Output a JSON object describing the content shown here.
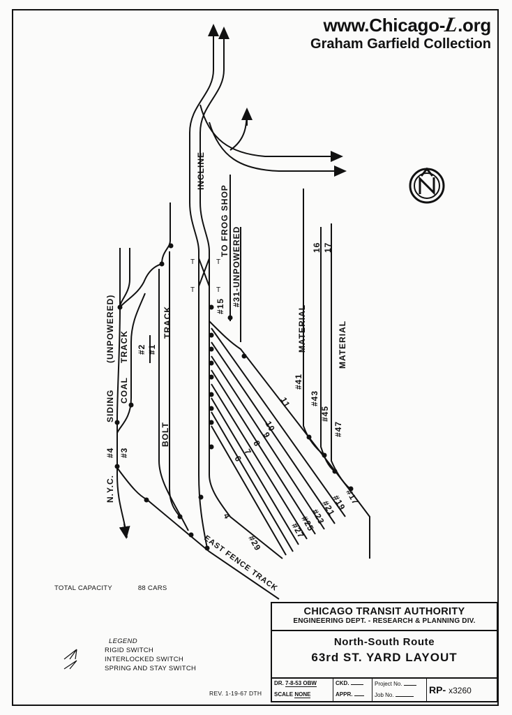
{
  "watermark": {
    "url_prefix": "www.Chicago-",
    "url_logo": "L",
    "url_suffix": ".org",
    "collection": "Graham Garfield Collection"
  },
  "labels": {
    "incline": "INCLINE",
    "frog_shop": "TO FROG SHOP",
    "unpowered31": "#31-UNPOWERED",
    "sw15": "#15",
    "unpowered": "(UNPOWERED)",
    "siding": "SIDING",
    "coal": "COAL",
    "track_coal": "TRACK",
    "sw2": "#2",
    "sw1": "#1",
    "track_bolt": "TRACK",
    "bolt": "BOLT",
    "nyc": "N.Y.C.",
    "sw4": "#4",
    "sw3": "#3",
    "material1": "MATERIAL",
    "material2": "MATERIAL",
    "t16": "16",
    "t17": "17",
    "sw41": "#41",
    "sw43": "#43",
    "sw45": "#45",
    "sw47": "#47",
    "t11": "11",
    "t10": "10",
    "t9": "9",
    "t8": "8",
    "t7": "7",
    "t6": "6",
    "t4": "4",
    "sw17": "#17",
    "sw19": "#19",
    "sw21": "#21",
    "sw23": "#23",
    "sw25": "#25",
    "sw27": "#27",
    "sw29": "#29",
    "east_fence": "EAST FENCE TRACK",
    "t_mark": "T"
  },
  "capacity": {
    "label": "TOTAL CAPACITY",
    "value": "88 CARS"
  },
  "legend": {
    "title": "LEGEND",
    "items": [
      "RIGID SWITCH",
      "INTERLOCKED SWITCH",
      "SPRING AND STAY SWITCH"
    ]
  },
  "revision": "REV. 1-19-67 DTH",
  "title_block": {
    "org": "CHICAGO TRANSIT AUTHORITY",
    "dept": "ENGINEERING DEPT. - RESEARCH & PLANNING DIV.",
    "route": "North-South Route",
    "name": "63rd ST. YARD LAYOUT",
    "dr_label": "DR.",
    "dr_value": "7-8-53 OBW",
    "scale_label": "SCALE",
    "scale_value": "NONE",
    "ckd_label": "CKD.",
    "appr_label": "APPR.",
    "project_label": "Project No.",
    "job_label": "Job No.",
    "rp_label": "RP-",
    "rp_value": "x3260"
  },
  "icons": [
    "north-arrow-icon",
    "direction-arrow-icon",
    "switch-point-icon"
  ]
}
